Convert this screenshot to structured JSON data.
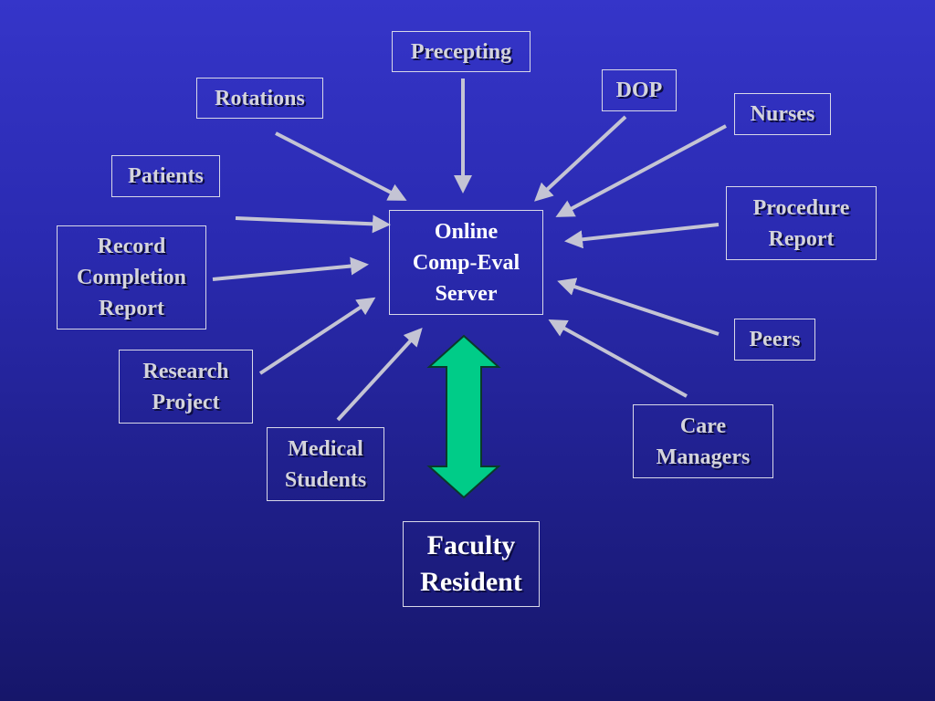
{
  "center": {
    "lines": [
      "Online",
      "Comp-Eval",
      "Server"
    ]
  },
  "faculty": {
    "lines": [
      "Faculty",
      "Resident"
    ]
  },
  "sources": {
    "precepting": [
      "Precepting"
    ],
    "rotations": [
      "Rotations"
    ],
    "dop": [
      "DOP"
    ],
    "nurses": [
      "Nurses"
    ],
    "patients": [
      "Patients"
    ],
    "procedure_report": [
      "Procedure",
      "Report"
    ],
    "record_completion": [
      "Record",
      "Completion",
      "Report"
    ],
    "peers": [
      "Peers"
    ],
    "research_project": [
      "Research",
      "Project"
    ],
    "medical_students": [
      "Medical",
      "Students"
    ],
    "care_managers": [
      "Care",
      "Managers"
    ]
  },
  "colors": {
    "arrow": "#c4c4d4",
    "bidirectional_arrow_fill": "#00cc88",
    "box_border": "#d8d8e8",
    "text_light": "#d4d4dc",
    "text_white": "#ffffff"
  }
}
